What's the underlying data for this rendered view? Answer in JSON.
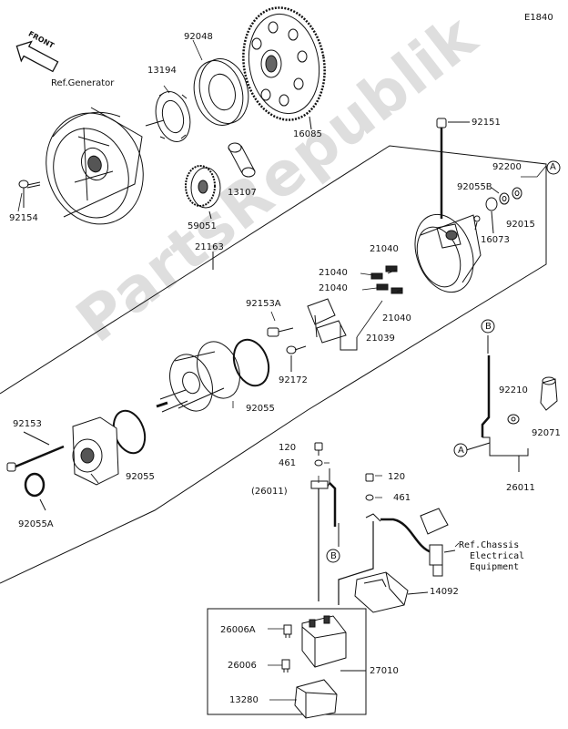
{
  "diagram_code": "E1840",
  "front_label": "FRONT",
  "watermark": "PartsRepublik",
  "labels": {
    "ref_generator": "Ref.Generator",
    "p92048": "92048",
    "p13194": "13194",
    "p16085": "16085",
    "p92154": "92154",
    "p13107": "13107",
    "p59051": "59051",
    "p21163": "21163",
    "p92151": "92151",
    "p92200": "92200",
    "p92055B": "92055B",
    "p92015": "92015",
    "p16073": "16073",
    "ref_A_top": "A",
    "p21040_a": "21040",
    "p21040_b": "21040",
    "p21040_c": "21040",
    "p21040_d": "21040",
    "p92153A": "92153A",
    "p21039": "21039",
    "p92172": "92172",
    "p92055_a": "92055",
    "p92153": "92153",
    "p92055_b": "92055",
    "p92055A": "92055A",
    "ref_B_top": "B",
    "p92210": "92210",
    "p92071": "92071",
    "ref_A_bottom": "A",
    "p26011": "26011",
    "p120_a": "120",
    "p461_a": "461",
    "p26011_paren": "(26011)",
    "p120_b": "120",
    "p461_b": "461",
    "ref_B_bottom": "B",
    "ref_chassis_1": "Ref.Chassis",
    "ref_chassis_2": "Electrical",
    "ref_chassis_3": "Equipment",
    "p14092": "14092",
    "p26006A": "26006A",
    "p26006": "26006",
    "p27010": "27010",
    "p13280": "13280"
  }
}
